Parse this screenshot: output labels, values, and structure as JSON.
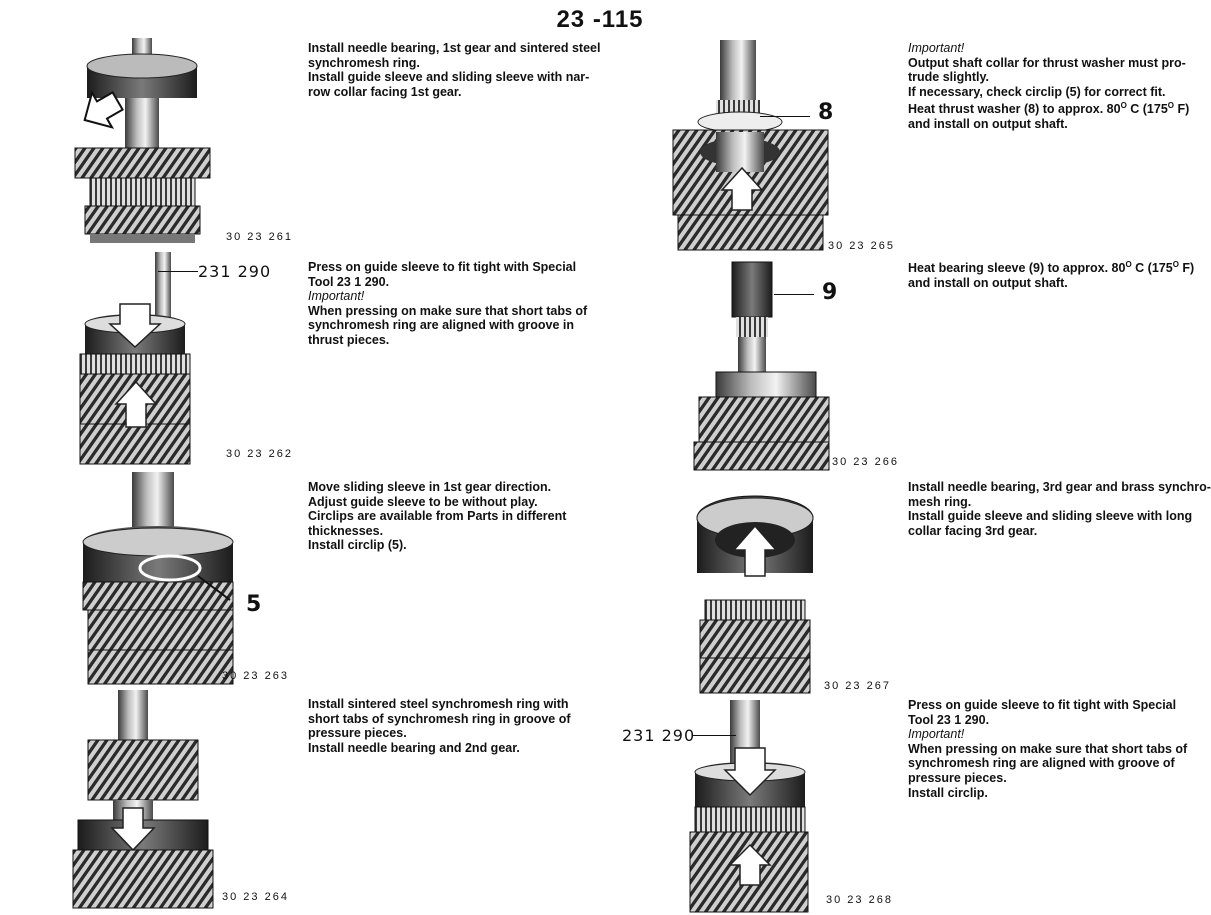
{
  "page_number": "23 -115",
  "steps": [
    {
      "figure": "30 23 261",
      "lines": [
        "Install needle bearing, 1st gear and sintered steel",
        "synchromesh ring.",
        "Install guide sleeve and sliding sleeve with nar-",
        "row collar facing 1st gear."
      ]
    },
    {
      "figure": "30 23 262",
      "tool_label": "231 290",
      "lines": [
        "Press on guide sleeve to fit tight with Special",
        "Tool 23 1 290."
      ],
      "important": "Important!",
      "lines_after": [
        "When pressing on make sure that short tabs of",
        "synchromesh ring are aligned with groove in",
        "thrust pieces."
      ]
    },
    {
      "figure": "30 23 263",
      "callout": "5",
      "lines": [
        "Move sliding sleeve in 1st gear direction.",
        "Adjust guide sleeve to be without play.",
        "Circlips are available from Parts in different",
        "thicknesses.",
        "Install circlip (5)."
      ]
    },
    {
      "figure": "30 23 264",
      "lines": [
        "Install sintered steel synchromesh ring with",
        "short tabs of synchromesh ring in groove of",
        "pressure pieces.",
        "Install needle bearing and 2nd gear."
      ]
    },
    {
      "figure": "30 23 265",
      "callout": "8",
      "important": "Important!",
      "lines_after": [
        "Output shaft collar for thrust washer must pro-",
        "trude slightly.",
        "If necessary, check circlip (5) for correct fit.",
        "Heat thrust washer (8) to approx. 80",
        "and install on output shaft."
      ],
      "temp_sup": "O",
      "temp_text": " C (175",
      "temp_end": " F)"
    },
    {
      "figure": "30 23 266",
      "callout": "9",
      "lines": [
        "Heat bearing sleeve (9) to approx. 80",
        "and install on output shaft."
      ],
      "temp_sup": "O",
      "temp_text": " C (175",
      "temp_end": " F)"
    },
    {
      "figure": "30 23 267",
      "lines": [
        "Install needle bearing, 3rd gear and brass synchro-",
        "mesh ring.",
        "Install guide sleeve and sliding sleeve with long",
        "collar facing 3rd gear."
      ]
    },
    {
      "figure": "30 23 268",
      "tool_label": "231 290",
      "lines": [
        "Press on guide sleeve to fit tight with Special",
        "Tool 23 1 290."
      ],
      "important": "Important!",
      "lines_after": [
        "When pressing on make sure that short tabs of",
        "synchromesh ring are aligned with groove of",
        "pressure pieces.",
        "Install circlip."
      ]
    }
  ]
}
